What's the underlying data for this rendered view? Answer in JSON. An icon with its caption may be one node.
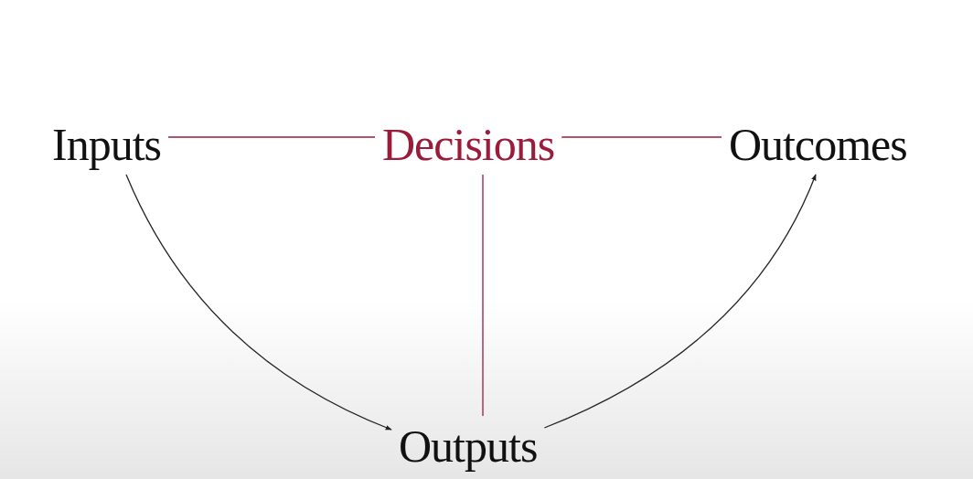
{
  "diagram": {
    "nodes": [
      {
        "text": [
          "Inputs"
        ]
      },
      {
        "text": [
          "Decisions"
        ]
      },
      {
        "text": [
          "Outcomes"
        ]
      },
      {
        "text": [
          "Outputs"
        ]
      }
    ],
    "edges": [
      {
        "from": 0,
        "to": 1,
        "arrow": "none"
      },
      {
        "from": 1,
        "to": 2,
        "arrow": "none"
      },
      {
        "from": 1,
        "to": 3,
        "arrow": "none"
      },
      {
        "from": 0,
        "to": 3,
        "arrow": "to",
        "color": "#222222"
      },
      {
        "from": 3,
        "to": 2,
        "arrow": "to",
        "color": "#222222"
      }
    ]
  }
}
